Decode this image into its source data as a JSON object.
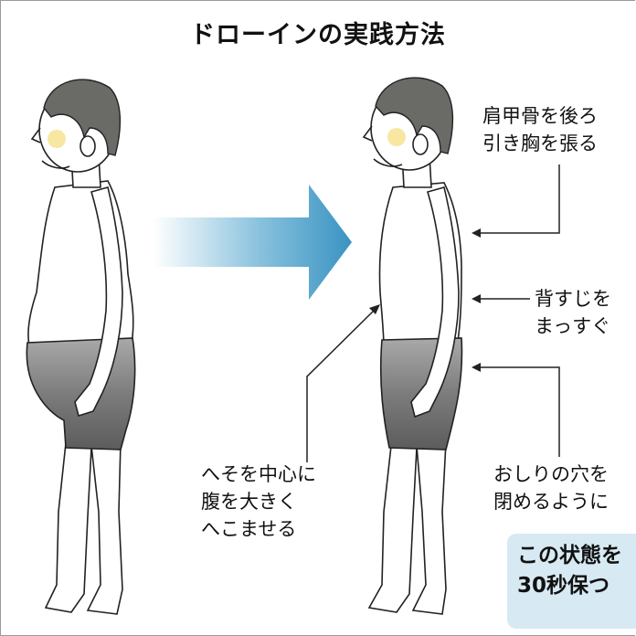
{
  "title": "ドローインの実践方法",
  "labels": {
    "shoulder": [
      "肩甲骨を後ろ",
      "引き胸を張る"
    ],
    "spine": [
      "背すじを",
      "まっすぐ"
    ],
    "navel": [
      "へそを中心に",
      "腹を大きく",
      "へこませる"
    ],
    "hips": [
      "おしりの穴を",
      "閉めるように"
    ]
  },
  "badge": [
    "この状態を",
    "30秒保つ"
  ],
  "colors": {
    "arrow_dark": "#3a93c2",
    "arrow_light": "#ffffff",
    "shorts": "#6e6e6e",
    "hair": "#6a6a66",
    "cheek": "#f7e7a0",
    "badge_bg": "#d7e9f3"
  }
}
